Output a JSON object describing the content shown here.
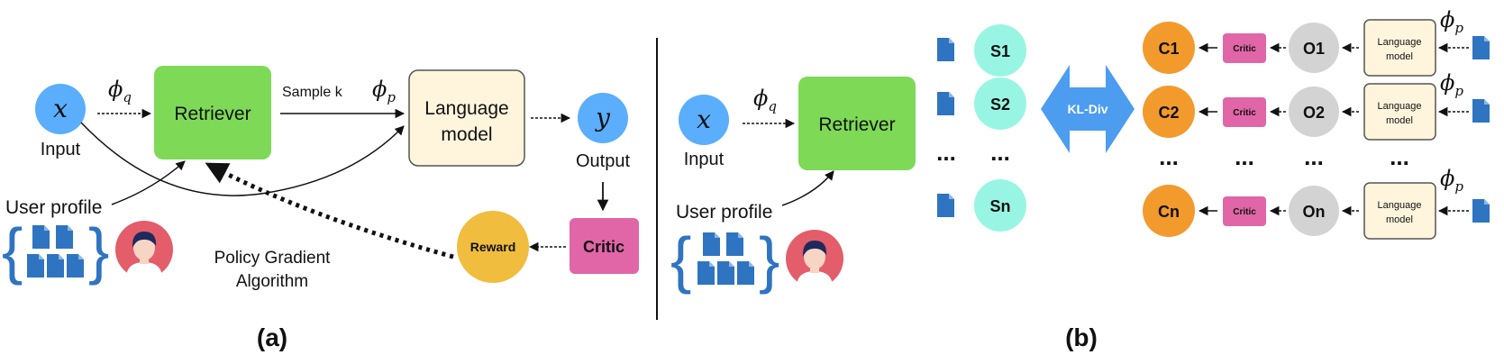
{
  "panel_a": {
    "caption": "(a)",
    "input_symbol": "x",
    "input_label": "Input",
    "phi_q": "ϕ",
    "phi_q_sub": "q",
    "retriever_label": "Retriever",
    "sample_label": "Sample k",
    "phi_p": "ϕ",
    "phi_p_sub": "p",
    "lm_line1": "Language",
    "lm_line2": "model",
    "output_symbol": "y",
    "output_label": "Output",
    "critic_label": "Critic",
    "reward_label": "Reward",
    "user_profile_label": "User profile",
    "policy_line1": "Policy Gradient",
    "policy_line2": "Algorithm"
  },
  "panel_b": {
    "caption": "(b)",
    "input_symbol": "x",
    "input_label": "Input",
    "phi_q": "ϕ",
    "phi_q_sub": "q",
    "retriever_label": "Retriever",
    "user_profile_label": "User profile",
    "scores": [
      "S1",
      "S2",
      "Sn"
    ],
    "kl_label": "KL-Div",
    "c_nodes": [
      "C1",
      "C2",
      "Cn"
    ],
    "critic_label": "Critic",
    "o_nodes": [
      "O1",
      "O2",
      "On"
    ],
    "lm_line1": "Language",
    "lm_line2": "model",
    "phi_p": "ϕ",
    "phi_p_sub": "p",
    "ellipsis": "..."
  },
  "colors": {
    "green": "#7ed957",
    "blue_circle": "#5aaefc",
    "cream": "#fff5dc",
    "pink": "#e066a8",
    "yellow": "#f1bd3f",
    "teal": "#98f5e4",
    "orange": "#f39a2d",
    "grey": "#d3d3d3",
    "doc_blue": "#2f74c0",
    "avatar_red": "#e35d6a"
  }
}
